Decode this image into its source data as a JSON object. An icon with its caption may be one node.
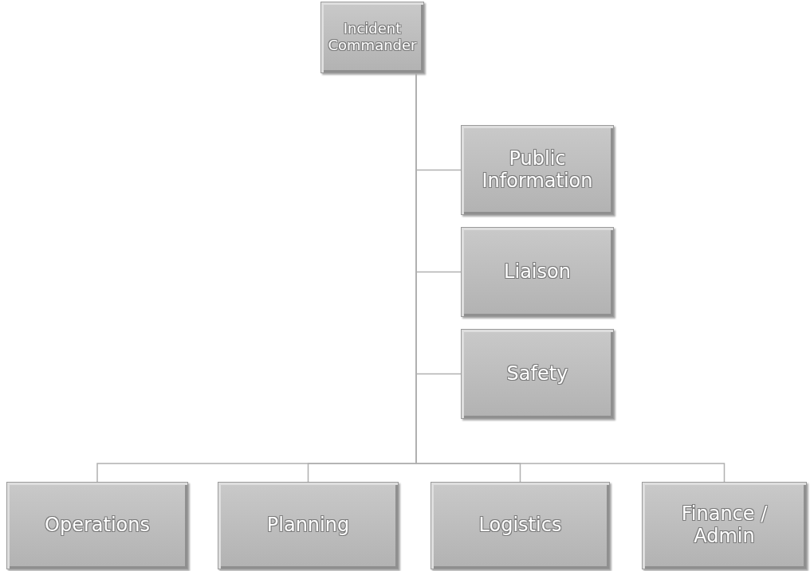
{
  "diagram": {
    "nodes": [
      {
        "text": [
          "Incident Commander"
        ]
      },
      {
        "text": [
          "Public Information"
        ]
      },
      {
        "text": [
          "Liaison"
        ]
      },
      {
        "text": [
          "Safety"
        ]
      },
      {
        "text": [
          "Operations"
        ]
      },
      {
        "text": [
          "Planning"
        ]
      },
      {
        "text": [
          "Logistics"
        ]
      },
      {
        "text": [
          "Finance / Admin"
        ]
      }
    ],
    "edges": [
      {
        "from": 0,
        "to": 1,
        "arrow": "none"
      },
      {
        "from": 0,
        "to": 2,
        "arrow": "none"
      },
      {
        "from": 0,
        "to": 3,
        "arrow": "none"
      },
      {
        "from": 0,
        "to": 4,
        "arrow": "none"
      },
      {
        "from": 0,
        "to": 5,
        "arrow": "none"
      },
      {
        "from": 0,
        "to": 6,
        "arrow": "none"
      },
      {
        "from": 0,
        "to": 7,
        "arrow": "none"
      }
    ]
  }
}
